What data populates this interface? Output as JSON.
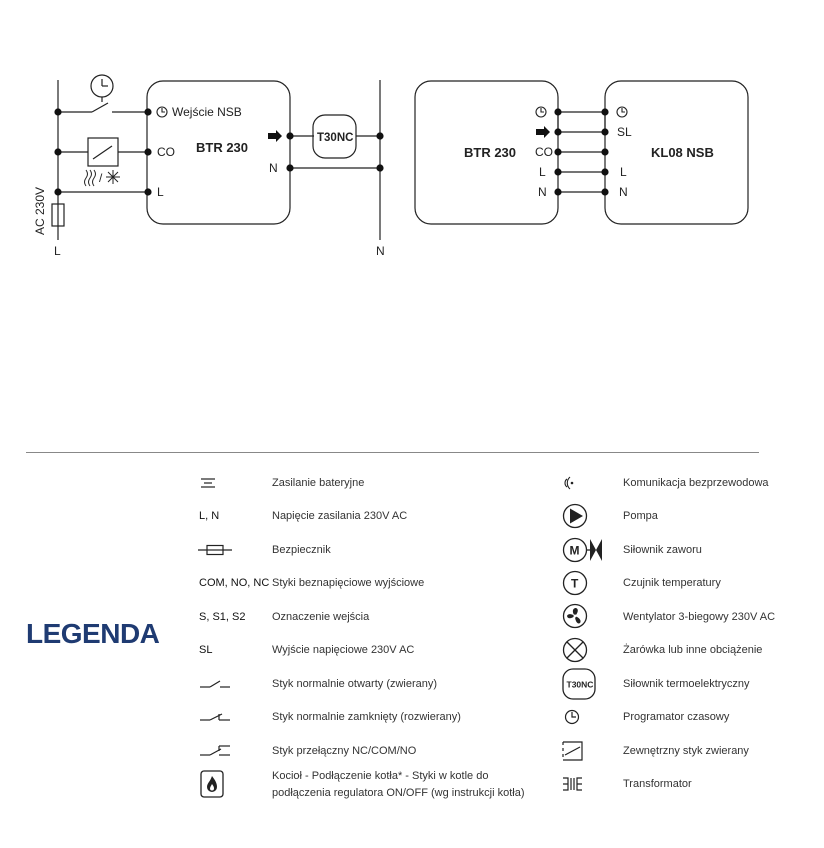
{
  "diagram": {
    "left": {
      "timer_input_label": "Wejście NSB",
      "co_label": "CO",
      "l_label": "L",
      "n_label": "N",
      "device_label": "BTR 230",
      "actuator_label": "T30NC",
      "supply_label": "AC 230V",
      "bottom_l": "L",
      "bottom_n": "N",
      "heat_cool_label": "/"
    },
    "right": {
      "device_a_label": "BTR 230",
      "device_b_label": "KL08 NSB",
      "co_label": "CO",
      "l_label_a": "L",
      "n_label_a": "N",
      "sl_label": "SL",
      "l_label_b": "L",
      "n_label_b": "N"
    }
  },
  "legend": {
    "title": "LEGENDA",
    "left_items": [
      {
        "symbol_name": "battery-supply-icon",
        "symbol_text": "",
        "desc": "Zasilanie bateryjne"
      },
      {
        "symbol_name": "supply-ln-text",
        "symbol_text": "L, N",
        "desc": "Napięcie zasilania 230V AC"
      },
      {
        "symbol_name": "fuse-icon",
        "symbol_text": "",
        "desc": "Bezpiecznik"
      },
      {
        "symbol_name": "contacts-text",
        "symbol_text": "COM, NO, NC",
        "desc": "Styki beznapięciowe wyjściowe"
      },
      {
        "symbol_name": "inputs-text",
        "symbol_text": "S, S1, S2",
        "desc": "Oznaczenie wejścia"
      },
      {
        "symbol_name": "sl-text",
        "symbol_text": "SL",
        "desc": "Wyjście napięciowe 230V AC"
      },
      {
        "symbol_name": "no-contact-icon",
        "symbol_text": "",
        "desc": "Styk normalnie otwarty (zwierany)"
      },
      {
        "symbol_name": "nc-contact-icon",
        "symbol_text": "",
        "desc": "Styk normalnie zamknięty (rozwierany)"
      },
      {
        "symbol_name": "changeover-contact-icon",
        "symbol_text": "",
        "desc": "Styk przełączny NC/COM/NO"
      },
      {
        "symbol_name": "boiler-icon",
        "symbol_text": "",
        "desc": "Kocioł - Podłączenie kotła* - Styki w kotle do",
        "desc2": "podłączenia regulatora ON/OFF (wg instrukcji kotła)"
      }
    ],
    "right_items": [
      {
        "symbol_name": "wireless-icon",
        "desc": "Komunikacja bezprzewodowa"
      },
      {
        "symbol_name": "pump-icon",
        "desc": "Pompa"
      },
      {
        "symbol_name": "valve-actuator-icon",
        "symbol_text": "M",
        "desc": "Siłownik zaworu"
      },
      {
        "symbol_name": "temperature-sensor-icon",
        "symbol_text": "T",
        "desc": "Czujnik temperatury"
      },
      {
        "symbol_name": "fan-icon",
        "desc": "Wentylator 3-biegowy 230V AC"
      },
      {
        "symbol_name": "lamp-icon",
        "desc": "Żarówka lub inne obciążenie"
      },
      {
        "symbol_name": "thermo-actuator-icon",
        "symbol_text": "T30NC",
        "desc": "Siłownik termoelektryczny"
      },
      {
        "symbol_name": "timer-icon",
        "desc": "Programator czasowy"
      },
      {
        "symbol_name": "external-contact-icon",
        "desc": "Zewnętrzny styk zwierany"
      },
      {
        "symbol_name": "transformer-icon",
        "symbol_text": "",
        "desc": "Transformator"
      }
    ]
  }
}
